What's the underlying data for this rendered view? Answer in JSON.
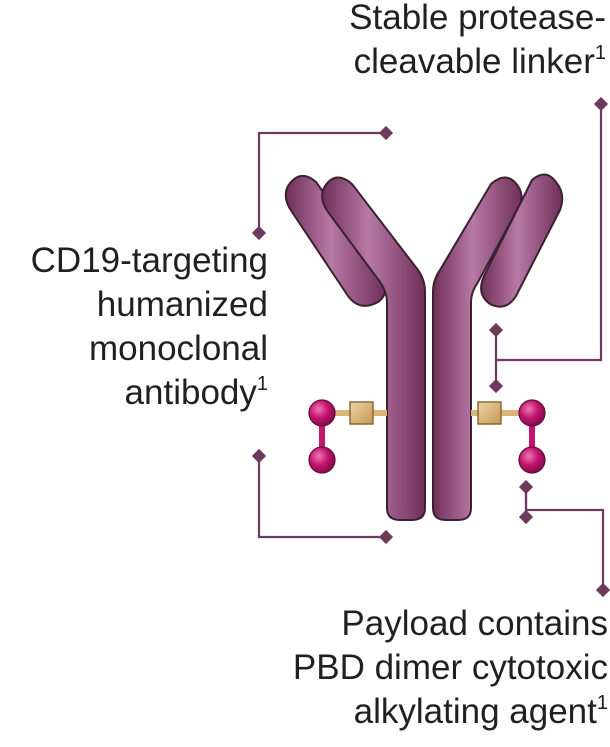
{
  "labels": {
    "linker": {
      "lines": [
        "Stable protease-",
        "cleavable linker"
      ],
      "superscript": "1"
    },
    "antibody": {
      "lines": [
        "CD19-targeting",
        "humanized",
        "monoclonal",
        "antibody"
      ],
      "superscript": "1"
    },
    "payload": {
      "lines": [
        "Payload contains",
        "PBD dimer cytotoxic",
        "alkylating agent"
      ],
      "superscript": "1"
    }
  },
  "colors": {
    "antibody_purple": "#8a3f6e",
    "antibody_highlight": "#b87aa5",
    "antibody_outline": "#3a2233",
    "callout_line": "#6b3a5c",
    "linker_tan": "#d9b779",
    "payload_magenta": "#c2156e"
  }
}
